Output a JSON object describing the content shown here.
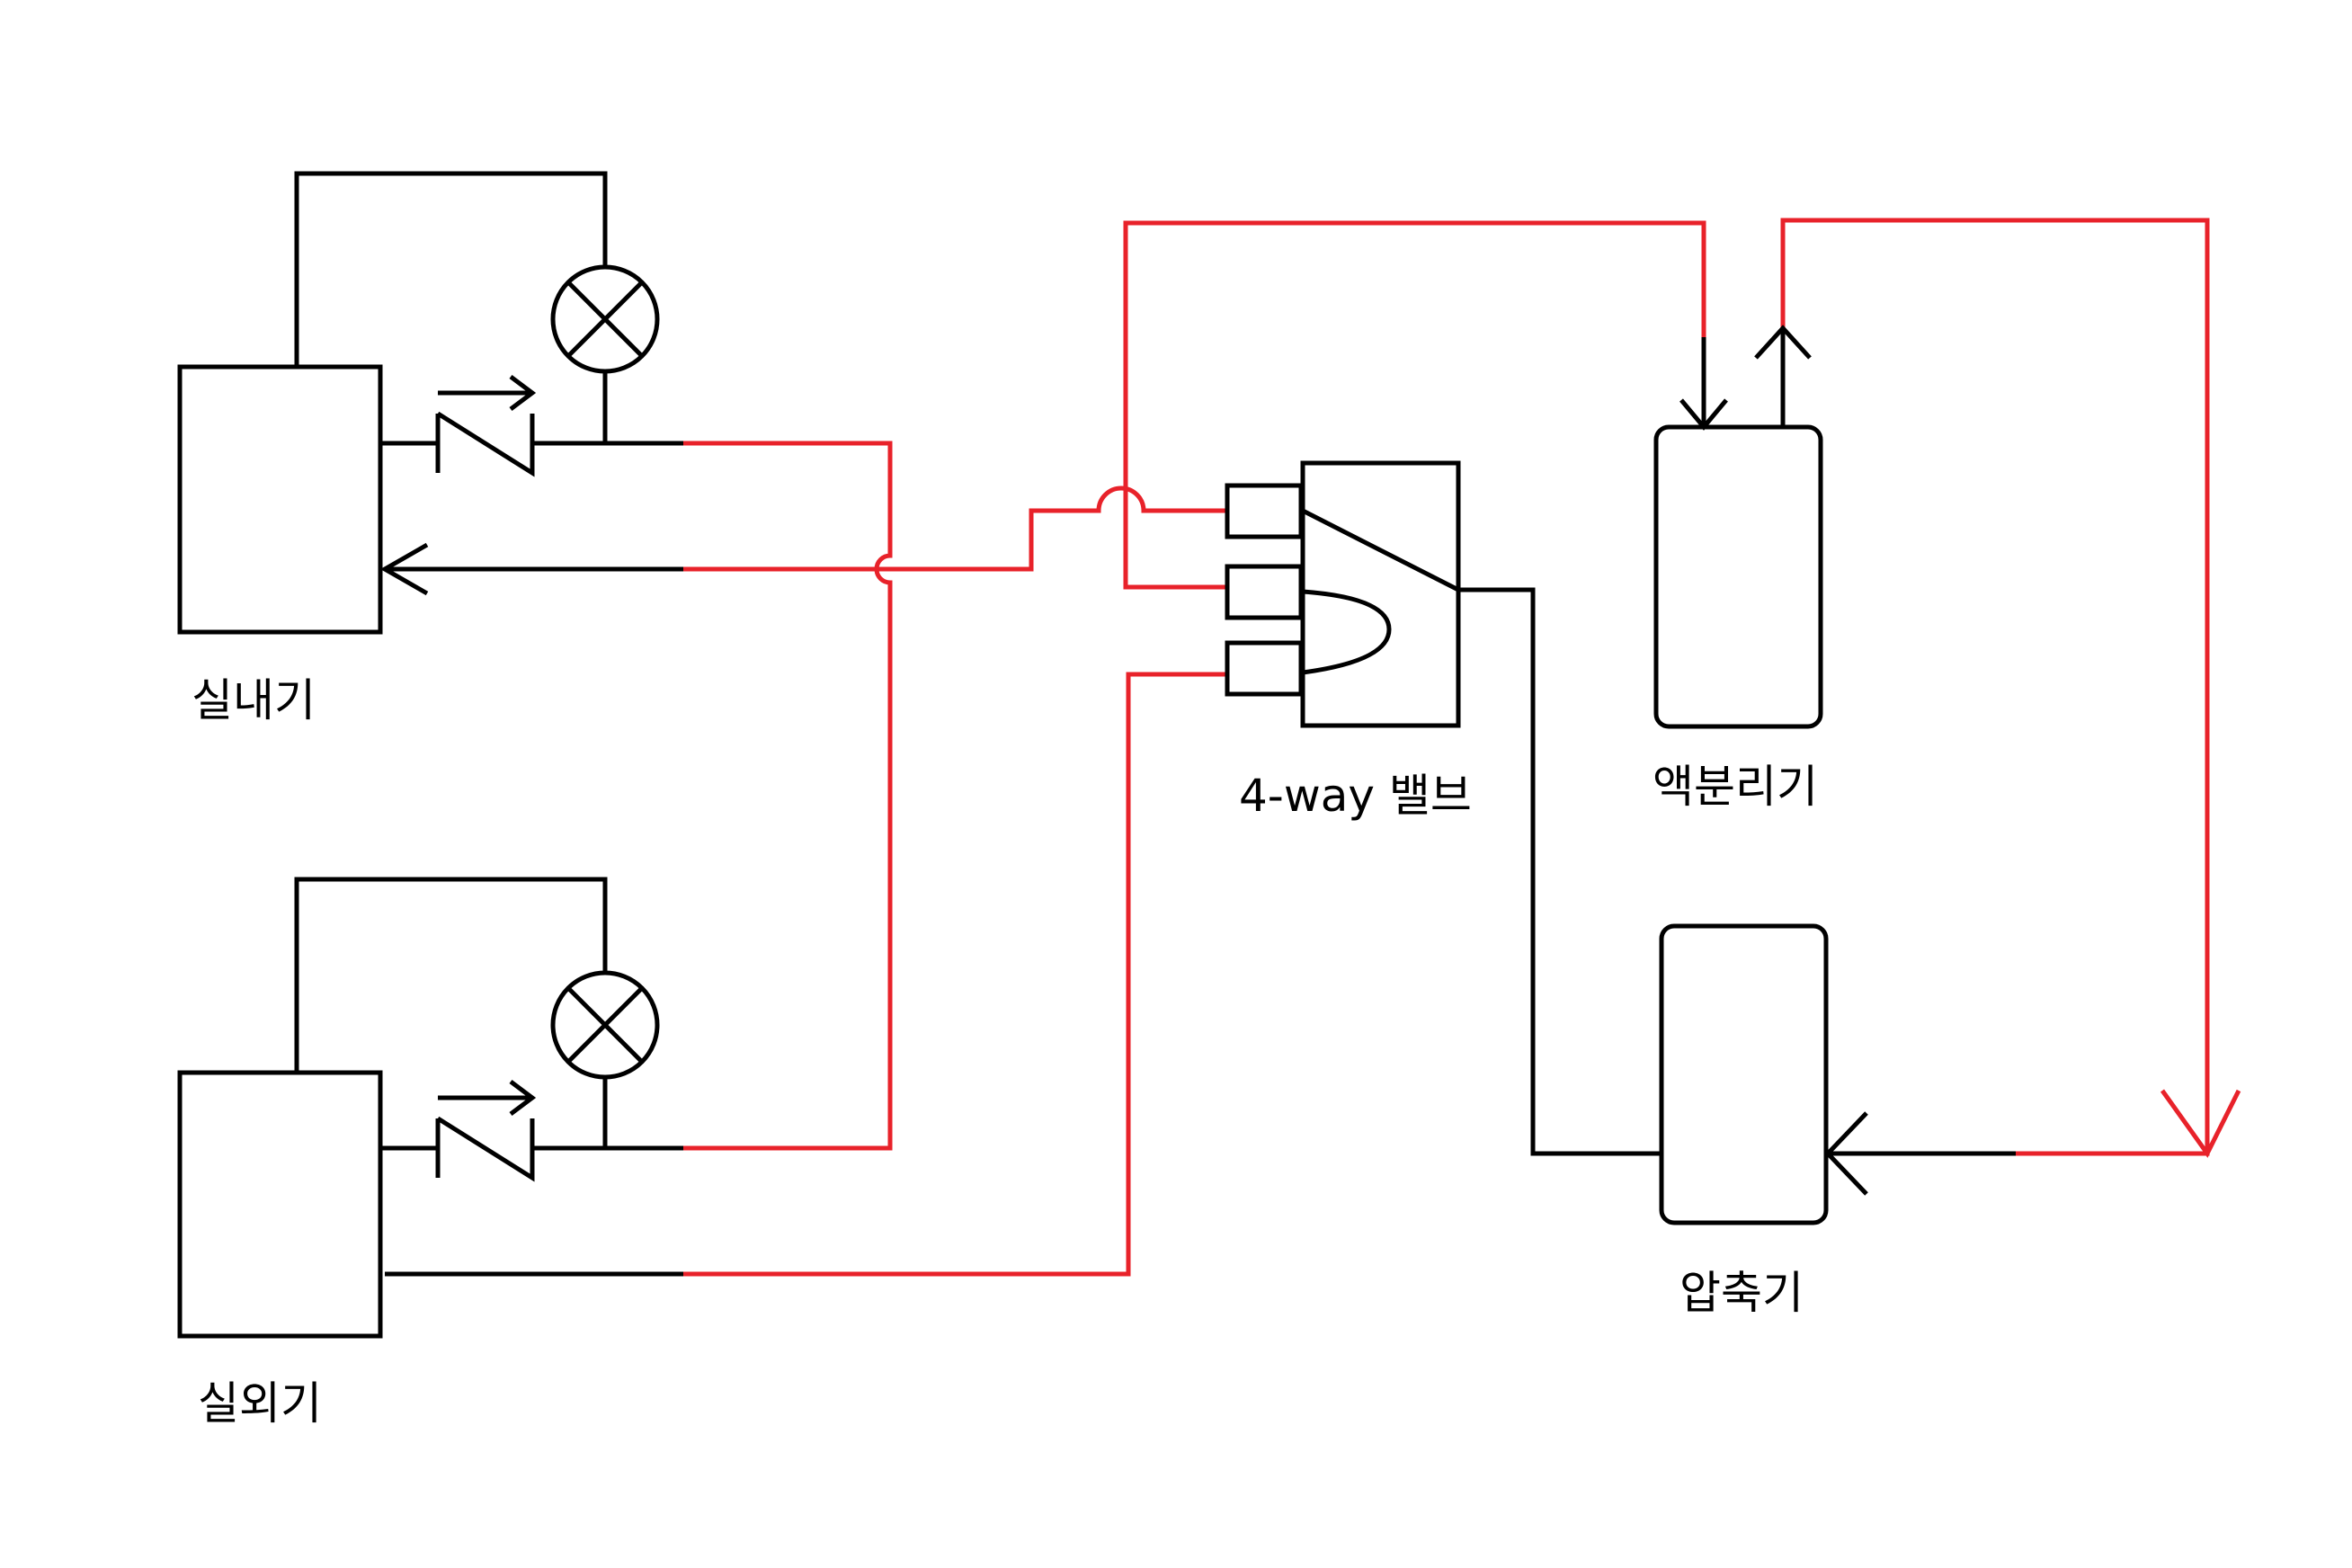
{
  "labels": {
    "indoor_unit": "실내기",
    "outdoor_unit": "실외기",
    "four_way_valve": "4-way 밸브",
    "accumulator": "액분리기",
    "compressor": "압축기"
  },
  "colors": {
    "line_black": "#000000",
    "line_red": "#e8222a",
    "background": "#ffffff"
  }
}
